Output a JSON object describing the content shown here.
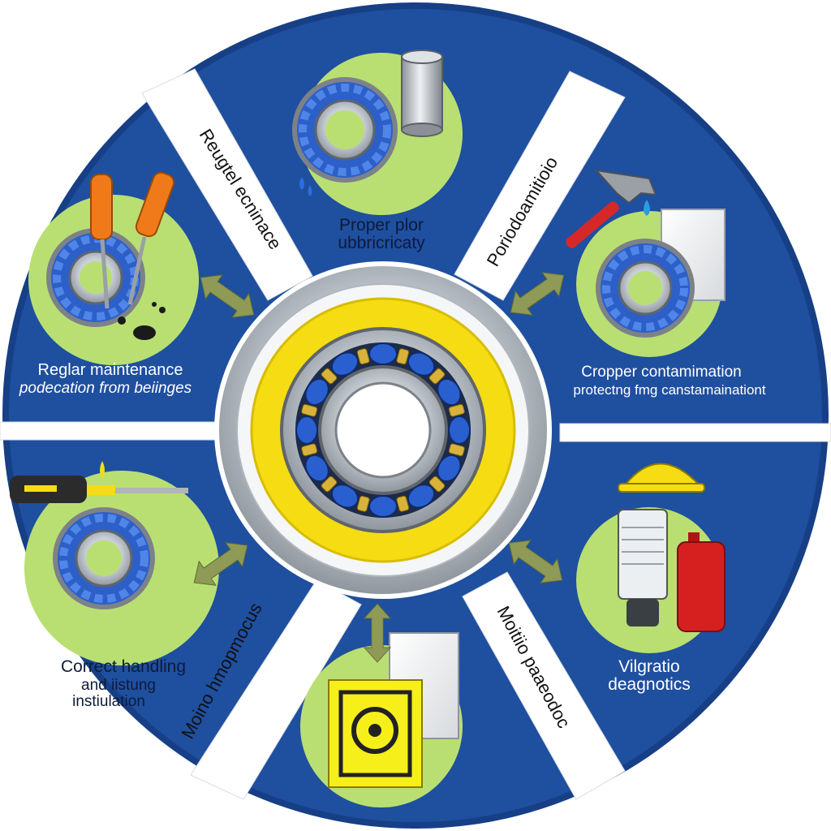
{
  "colors": {
    "background": "#ffffff",
    "segment_blue": "#1f4f9f",
    "segment_blue_dark": "#173f86",
    "divider_white": "#ffffff",
    "circle_green": "#b9df73",
    "arrow_olive": "#8e9a55",
    "hub_yellow": "#f6dc12",
    "hub_silver": "#c9ced4",
    "ball_blue": "#2a5fd0",
    "roller_gold": "#d8b23a",
    "label_text": "#0d1b3a"
  },
  "segments": [
    {
      "id": "top",
      "label_lines": [
        "Proper plor",
        "ubbricricaty"
      ],
      "icons": [
        "bearing-icon",
        "oil-can-icon",
        "oil-drip-icon"
      ]
    },
    {
      "id": "upper-right",
      "label_lines": [
        "Cropper contamimation",
        "protectng fmg canstamainationt"
      ],
      "icons": [
        "hammer-icon",
        "bearing-icon",
        "shield-panel-icon"
      ]
    },
    {
      "id": "lower-right",
      "label_lines": [
        "Vilgratio",
        "deagnotics"
      ],
      "icons": [
        "hard-hat-icon",
        "sensor-device-icon",
        "oil-bottle-icon"
      ]
    },
    {
      "id": "bottom",
      "label_lines": [],
      "icons": [
        "biohazard-sign-icon",
        "document-icon"
      ]
    },
    {
      "id": "lower-left",
      "label_lines": [
        "Correct handling",
        "and iistung",
        "instiulation"
      ],
      "icons": [
        "screwdriver-icon",
        "bearing-icon"
      ]
    },
    {
      "id": "upper-left",
      "label_lines": [
        "Reglar maintenance",
        "podecation from beiinges"
      ],
      "icons": [
        "screwdriver-pair-icon",
        "bearing-icon",
        "debris-icon"
      ]
    }
  ],
  "dividers": [
    {
      "id": "upper-left-divider",
      "text": "Reugtel ecninace"
    },
    {
      "id": "upper-right-divider",
      "text": "Poriodoamitioio"
    },
    {
      "id": "lower-right-divider",
      "text": "Moitiio paaeodoc"
    },
    {
      "id": "lower-left-divider",
      "text": "Moino hmopmocus"
    }
  ],
  "hub": {
    "icon": "ball-bearing-icon",
    "ball_count": 12
  }
}
